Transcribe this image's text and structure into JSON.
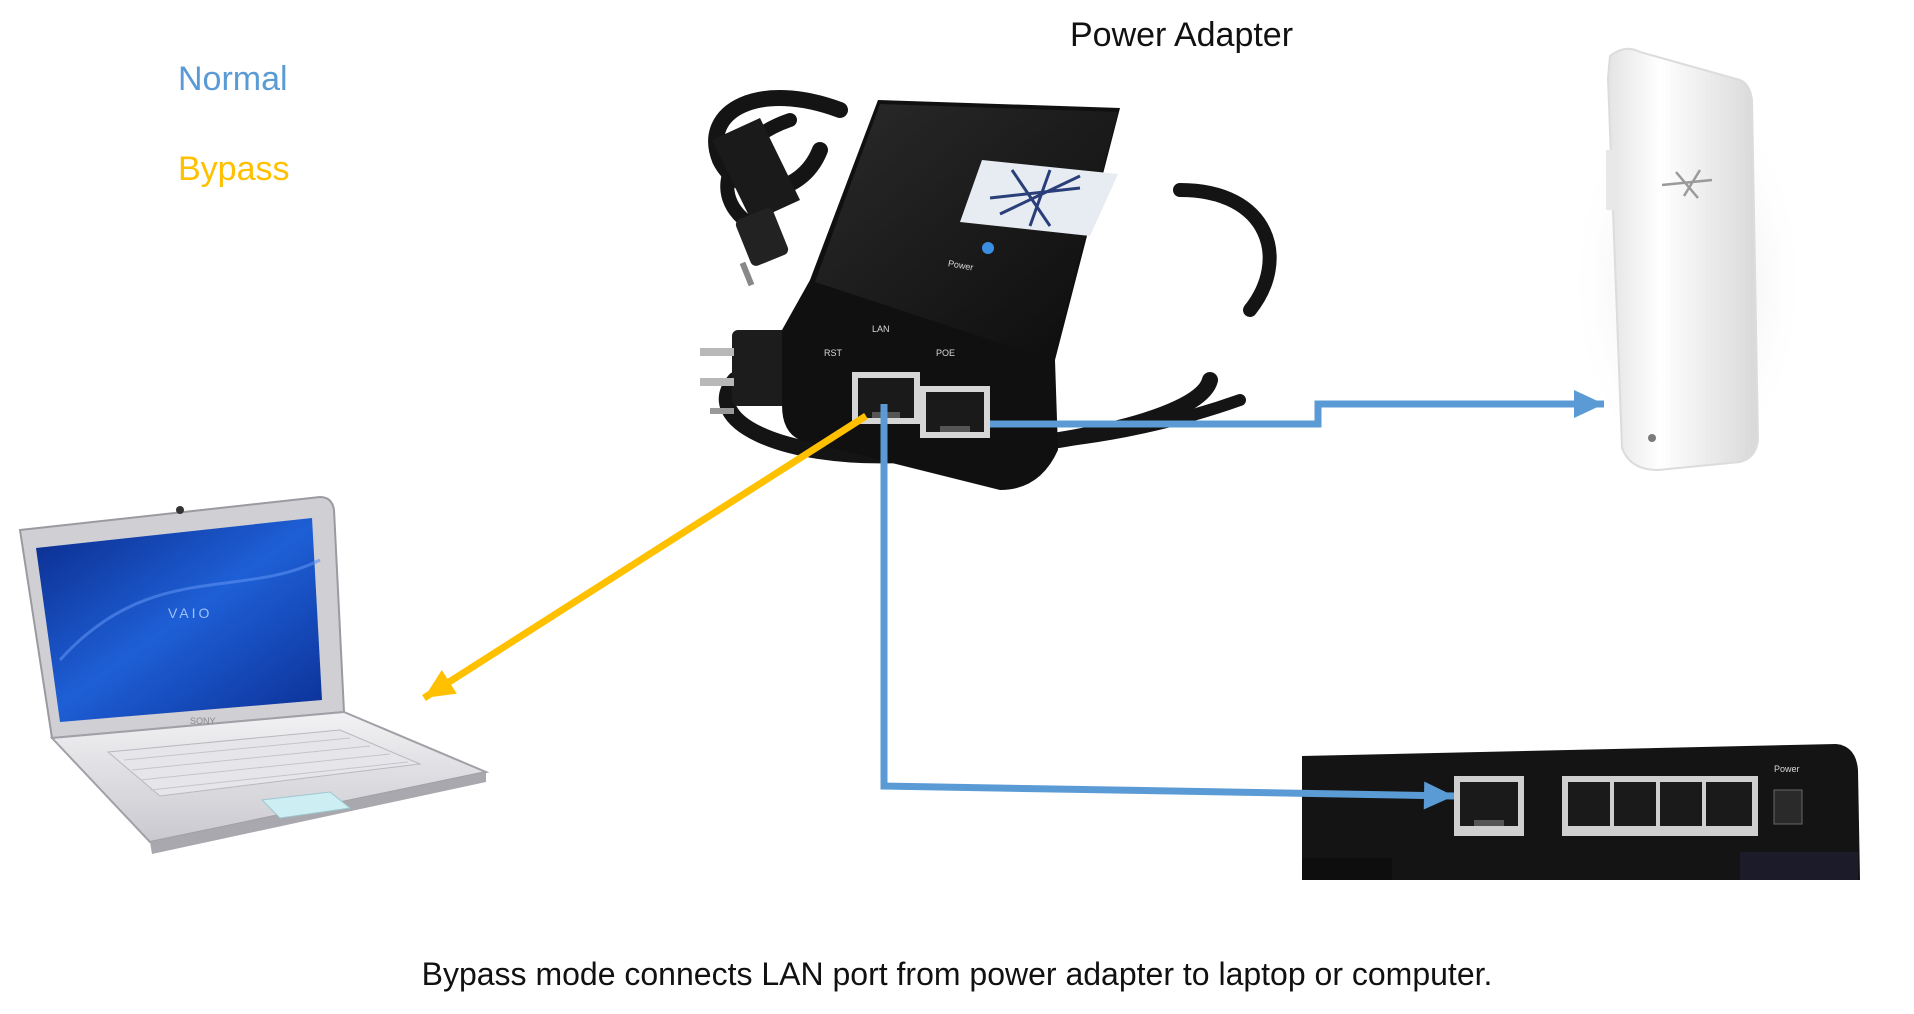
{
  "title": "Power Adapter",
  "legend": {
    "normal": {
      "label": "Normal",
      "color": "#5b9bd5"
    },
    "bypass": {
      "label": "Bypass",
      "color": "#ffc000"
    }
  },
  "caption": "Bypass mode connects LAN port from power adapter to laptop or computer.",
  "adapter": {
    "brand_icon": "ubiquiti-logo-icon",
    "led_label": "Power",
    "port_left_label": "LAN",
    "port_right_label": "POE",
    "side_label": "RST"
  },
  "devices": {
    "laptop": {
      "brand": "SONY",
      "screen_logo": "VAIO",
      "icon": "laptop-icon"
    },
    "access_point": {
      "icon": "access-point-icon"
    },
    "router": {
      "icon": "router-icon",
      "power_label": "Power"
    }
  },
  "connections": [
    {
      "from": "adapter-lan-port",
      "to": "laptop",
      "mode": "bypass"
    },
    {
      "from": "adapter-poe-port",
      "to": "access-point",
      "mode": "normal"
    },
    {
      "from": "adapter-lan-port",
      "to": "router",
      "mode": "normal"
    }
  ]
}
